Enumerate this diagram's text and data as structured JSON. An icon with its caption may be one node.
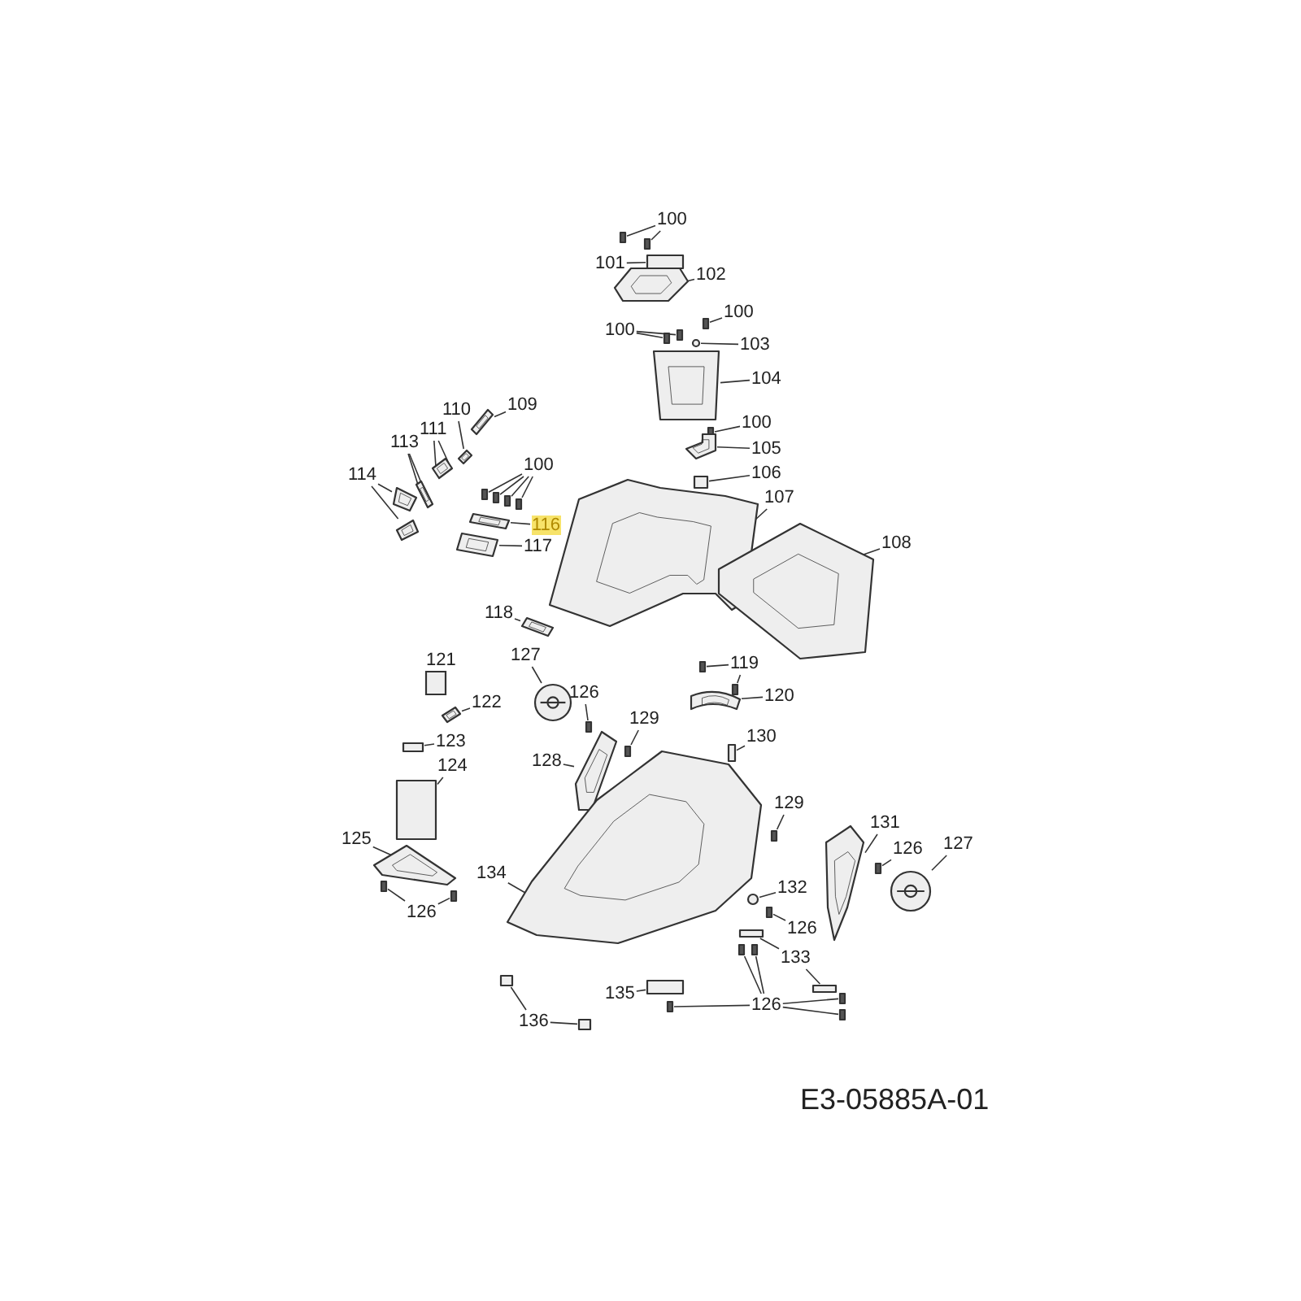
{
  "diagram": {
    "caption": "E3-05885A-01",
    "nodes": [
      {
        "text": [
          "100"
        ]
      },
      {
        "text": [
          "101"
        ]
      },
      {
        "text": [
          "102"
        ]
      },
      {
        "text": [
          "100"
        ]
      },
      {
        "text": [
          "100"
        ]
      },
      {
        "text": [
          "103"
        ]
      },
      {
        "text": [
          "104"
        ]
      },
      {
        "text": [
          "100"
        ]
      },
      {
        "text": [
          "105"
        ]
      },
      {
        "text": [
          "106"
        ]
      },
      {
        "text": [
          "107"
        ]
      },
      {
        "text": [
          "109"
        ]
      },
      {
        "text": [
          "110"
        ]
      },
      {
        "text": [
          "111"
        ]
      },
      {
        "text": [
          "113"
        ]
      },
      {
        "text": [
          "114"
        ]
      },
      {
        "text": [
          "100"
        ]
      },
      {
        "text": [
          "116"
        ]
      },
      {
        "text": [
          "117"
        ]
      },
      {
        "text": [
          "108"
        ]
      },
      {
        "text": [
          "118"
        ]
      },
      {
        "text": [
          "127"
        ]
      },
      {
        "text": [
          "119"
        ]
      },
      {
        "text": [
          "126"
        ]
      },
      {
        "text": [
          "122"
        ]
      },
      {
        "text": [
          "123"
        ]
      },
      {
        "text": [
          "129"
        ]
      },
      {
        "text": [
          "120"
        ]
      },
      {
        "text": [
          "130"
        ]
      },
      {
        "text": [
          "128"
        ]
      },
      {
        "text": [
          "124"
        ]
      },
      {
        "text": [
          "129"
        ]
      },
      {
        "text": [
          "125"
        ]
      },
      {
        "text": [
          "131"
        ]
      },
      {
        "text": [
          "126"
        ]
      },
      {
        "text": [
          "127"
        ]
      },
      {
        "text": [
          "134"
        ]
      },
      {
        "text": [
          "126"
        ]
      },
      {
        "text": [
          "132"
        ]
      },
      {
        "text": [
          "126"
        ]
      },
      {
        "text": [
          "133"
        ]
      },
      {
        "text": [
          "135"
        ]
      },
      {
        "text": [
          "126"
        ]
      },
      {
        "text": [
          "136"
        ]
      },
      {
        "text": [],
        "shape": "box"
      },
      {
        "text": [],
        "shape": "box"
      },
      {
        "text": [],
        "shape": "box"
      },
      {
        "text": [],
        "shape": "picture"
      },
      {
        "text": [],
        "shape": "box"
      },
      {
        "text": [],
        "shape": "box"
      },
      {
        "text": [],
        "shape": "box"
      },
      {
        "text": [],
        "shape": "circle"
      },
      {
        "text": [],
        "shape": "picture"
      },
      {
        "text": [],
        "shape": "box"
      },
      {
        "text": [],
        "shape": "picture"
      },
      {
        "text": [],
        "shape": "box"
      },
      {
        "text": [],
        "shape": "picture"
      },
      {
        "text": [],
        "shape": "picture"
      },
      {
        "text": [],
        "shape": "picture"
      },
      {
        "text": [],
        "shape": "picture"
      },
      {
        "text": [],
        "shape": "picture"
      },
      {
        "text": [],
        "shape": "picture"
      },
      {
        "text": [],
        "shape": "picture"
      },
      {
        "text": [],
        "shape": "box"
      },
      {
        "text": [],
        "shape": "box"
      },
      {
        "text": [],
        "shape": "box"
      },
      {
        "text": [],
        "shape": "box"
      },
      {
        "text": [],
        "shape": "picture"
      },
      {
        "text": [],
        "shape": "picture"
      },
      {
        "text": [],
        "shape": "picture"
      },
      {
        "text": [],
        "shape": "picture"
      },
      {
        "text": [],
        "shape": "picture"
      },
      {
        "text": [],
        "shape": "box"
      },
      {
        "text": [],
        "shape": "box"
      },
      {
        "text": [],
        "shape": "box"
      },
      {
        "text": [],
        "shape": "picture"
      },
      {
        "text": [],
        "shape": "box"
      },
      {
        "text": [],
        "shape": "box"
      },
      {
        "text": [],
        "shape": "picture"
      },
      {
        "text": [],
        "shape": "box"
      },
      {
        "text": [],
        "shape": "picture"
      },
      {
        "text": [],
        "shape": "box"
      },
      {
        "text": [],
        "shape": "box"
      },
      {
        "text": [],
        "shape": "picture"
      },
      {
        "text": [],
        "shape": "picture"
      },
      {
        "text": [],
        "shape": "box"
      },
      {
        "text": [],
        "shape": "picture"
      },
      {
        "text": [],
        "shape": "picture"
      },
      {
        "text": [],
        "shape": "box"
      },
      {
        "text": [],
        "shape": "box"
      },
      {
        "text": [],
        "shape": "circle"
      },
      {
        "text": [],
        "shape": "box"
      },
      {
        "text": [],
        "shape": "box"
      },
      {
        "text": [],
        "shape": "box"
      },
      {
        "text": [],
        "shape": "box"
      },
      {
        "text": [],
        "shape": "box"
      },
      {
        "text": [],
        "shape": "box"
      },
      {
        "text": [],
        "shape": "box"
      },
      {
        "text": [],
        "shape": "box"
      },
      {
        "text": [],
        "shape": "box"
      },
      {
        "text": [],
        "shape": "box"
      },
      {
        "text": [],
        "shape": "box"
      }
    ],
    "edges": [
      {
        "from": 0,
        "to": 44,
        "arrow": "none"
      },
      {
        "from": 0,
        "to": 45,
        "arrow": "none"
      },
      {
        "from": 1,
        "to": 46,
        "arrow": "none"
      },
      {
        "from": 2,
        "to": 47,
        "arrow": "none"
      },
      {
        "from": 3,
        "to": 48,
        "arrow": "none"
      },
      {
        "from": 4,
        "to": 49,
        "arrow": "none"
      },
      {
        "from": 4,
        "to": 50,
        "arrow": "none"
      },
      {
        "from": 5,
        "to": 51,
        "arrow": "none"
      },
      {
        "from": 6,
        "to": 52,
        "arrow": "none"
      },
      {
        "from": 7,
        "to": 53,
        "arrow": "none"
      },
      {
        "from": 8,
        "to": 54,
        "arrow": "none"
      },
      {
        "from": 9,
        "to": 55,
        "arrow": "none"
      },
      {
        "from": 10,
        "to": 56,
        "arrow": "none"
      },
      {
        "from": 11,
        "to": 57,
        "arrow": "none"
      },
      {
        "from": 12,
        "to": 58,
        "arrow": "none"
      },
      {
        "from": 13,
        "to": 59,
        "arrow": "none"
      },
      {
        "from": 13,
        "to": 59,
        "arrow": "none"
      },
      {
        "from": 14,
        "to": 60,
        "arrow": "none"
      },
      {
        "from": 14,
        "to": 60,
        "arrow": "none"
      },
      {
        "from": 15,
        "to": 61,
        "arrow": "none"
      },
      {
        "from": 15,
        "to": 62,
        "arrow": "none"
      },
      {
        "from": 16,
        "to": 63,
        "arrow": "none"
      },
      {
        "from": 16,
        "to": 64,
        "arrow": "none"
      },
      {
        "from": 16,
        "to": 65,
        "arrow": "none"
      },
      {
        "from": 16,
        "to": 66,
        "arrow": "none"
      },
      {
        "from": 17,
        "to": 67,
        "arrow": "none"
      },
      {
        "from": 18,
        "to": 68,
        "arrow": "none"
      },
      {
        "from": 19,
        "to": 69,
        "arrow": "none"
      },
      {
        "from": 20,
        "to": 70,
        "arrow": "none"
      },
      {
        "from": 21,
        "to": 71,
        "arrow": "none"
      },
      {
        "from": 22,
        "to": 72,
        "arrow": "none"
      },
      {
        "from": 22,
        "to": 73,
        "arrow": "none"
      },
      {
        "from": 23,
        "to": 74,
        "arrow": "none"
      },
      {
        "from": 24,
        "to": 75,
        "arrow": "none"
      },
      {
        "from": 25,
        "to": 76,
        "arrow": "none"
      },
      {
        "from": 26,
        "to": 77,
        "arrow": "none"
      },
      {
        "from": 27,
        "to": 78,
        "arrow": "none"
      },
      {
        "from": 28,
        "to": 79,
        "arrow": "none"
      },
      {
        "from": 29,
        "to": 80,
        "arrow": "none"
      },
      {
        "from": 30,
        "to": 81,
        "arrow": "none"
      },
      {
        "from": 31,
        "to": 82,
        "arrow": "none"
      },
      {
        "from": 32,
        "to": 83,
        "arrow": "none"
      },
      {
        "from": 33,
        "to": 84,
        "arrow": "none"
      },
      {
        "from": 34,
        "to": 85,
        "arrow": "none"
      },
      {
        "from": 35,
        "to": 86,
        "arrow": "none"
      },
      {
        "from": 36,
        "to": 87,
        "arrow": "none"
      },
      {
        "from": 37,
        "to": 88,
        "arrow": "none"
      },
      {
        "from": 37,
        "to": 89,
        "arrow": "none"
      },
      {
        "from": 38,
        "to": 90,
        "arrow": "none"
      },
      {
        "from": 39,
        "to": 91,
        "arrow": "none"
      },
      {
        "from": 40,
        "to": 92,
        "arrow": "none"
      },
      {
        "from": 40,
        "to": 93,
        "arrow": "none"
      },
      {
        "from": 41,
        "to": 94,
        "arrow": "none"
      },
      {
        "from": 42,
        "to": 95,
        "arrow": "none"
      },
      {
        "from": 42,
        "to": 96,
        "arrow": "none"
      },
      {
        "from": 42,
        "to": 97,
        "arrow": "none"
      },
      {
        "from": 42,
        "to": 98,
        "arrow": "none"
      },
      {
        "from": 42,
        "to": 99,
        "arrow": "none"
      },
      {
        "from": 43,
        "to": 100,
        "arrow": "none"
      },
      {
        "from": 43,
        "to": 101,
        "arrow": "none"
      }
    ],
    "labels": [
      "121"
    ]
  }
}
